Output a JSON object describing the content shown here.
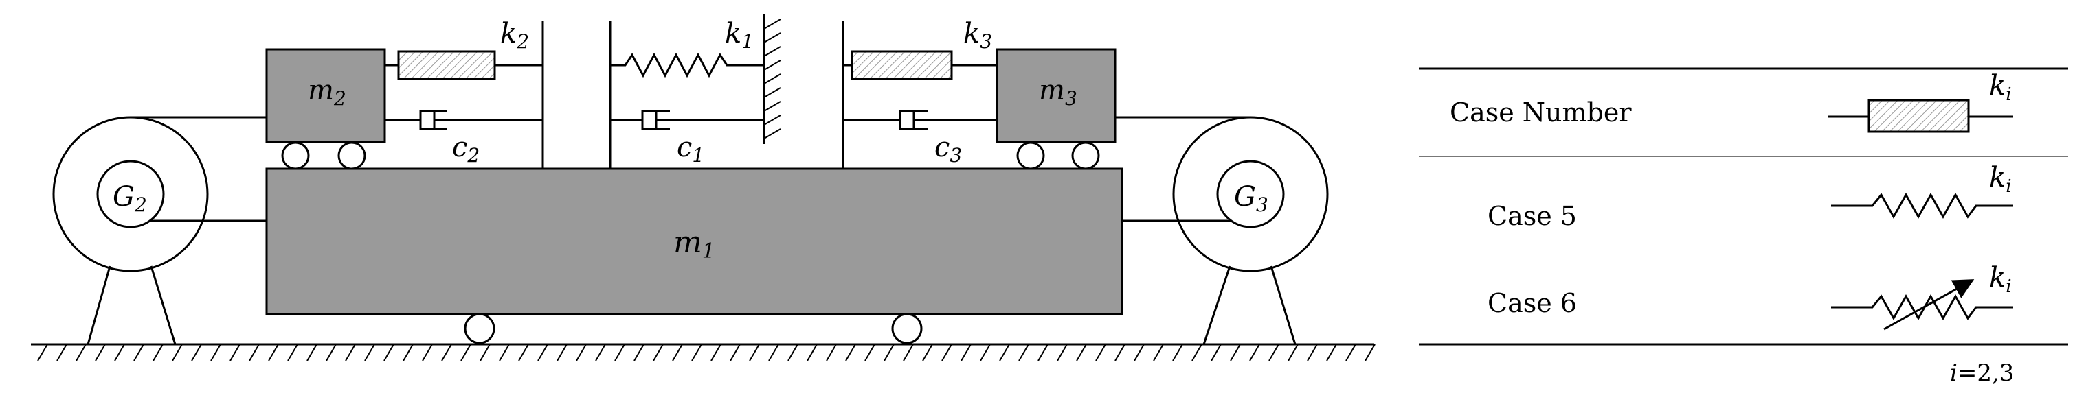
{
  "labels": {
    "m1": {
      "main": "m",
      "sub": "1"
    },
    "m2": {
      "main": "m",
      "sub": "2"
    },
    "m3": {
      "main": "m",
      "sub": "3"
    },
    "k1": {
      "main": "k",
      "sub": "1"
    },
    "k2": {
      "main": "k",
      "sub": "2"
    },
    "k3": {
      "main": "k",
      "sub": "3"
    },
    "c1": {
      "main": "c",
      "sub": "1"
    },
    "c2": {
      "main": "c",
      "sub": "2"
    },
    "c3": {
      "main": "c",
      "sub": "3"
    },
    "g2": {
      "main": "G",
      "sub": "2"
    },
    "g3": {
      "main": "G",
      "sub": "3"
    }
  },
  "table": {
    "header": "Case Number",
    "rows": [
      {
        "case": "Case 5",
        "symbol": "spring"
      },
      {
        "case": "Case 6",
        "symbol": "variable-spring"
      }
    ],
    "header_symbol": "hatched-element",
    "symbol_label": {
      "main": "k",
      "sub": "i"
    },
    "footnote": {
      "main": "i",
      "rest": "=2,3"
    }
  }
}
